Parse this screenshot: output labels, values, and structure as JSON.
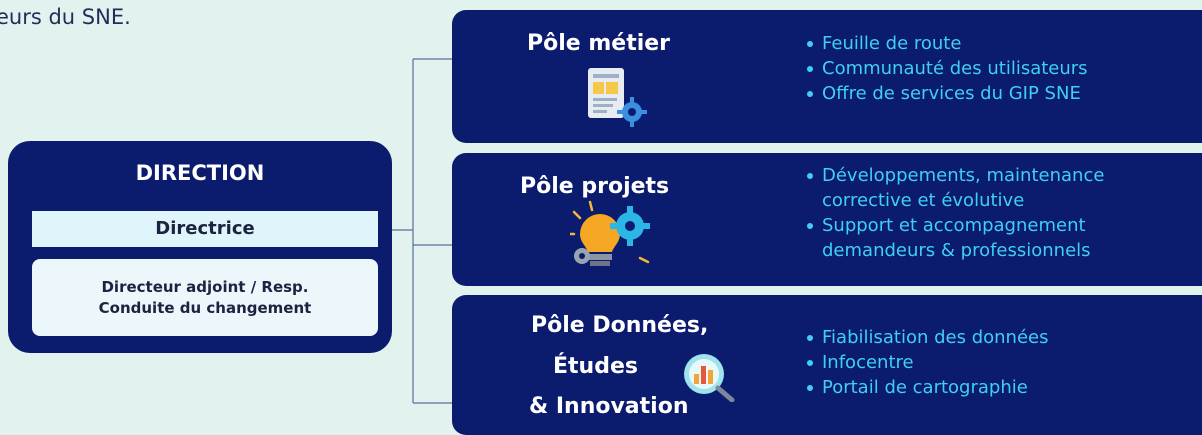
{
  "intro_fragment": "eurs du SNE.",
  "direction": {
    "title": "DIRECTION",
    "role_1": "Directrice",
    "role_2_line1": "Directeur adjoint / Resp.",
    "role_2_line2": "Conduite du changement"
  },
  "poles": [
    {
      "title": "Pôle métier",
      "icon": "documents-gear-icon",
      "items": [
        "Feuille de route",
        "Communauté des utilisateurs",
        "Offre de services du GIP SNE"
      ]
    },
    {
      "title": "Pôle projets",
      "icon": "lightbulb-gears-icon",
      "items": [
        {
          "line1": "Développements, maintenance",
          "line2": "corrective et évolutive"
        },
        {
          "line1": "Support et accompagnement",
          "line2": "demandeurs & professionnels"
        }
      ]
    },
    {
      "title_line1": "Pôle Données,",
      "title_line2": "Études",
      "title_line3": "& Innovation",
      "icon": "magnifier-chart-icon",
      "items": [
        "Fiabilisation des données",
        "Infocentre",
        "Portail de cartographie"
      ]
    }
  ],
  "colors": {
    "background": "#e2f3ef",
    "box": "#0b1b6e",
    "item_text": "#3fd0f0",
    "connector": "#5a6e9e"
  }
}
